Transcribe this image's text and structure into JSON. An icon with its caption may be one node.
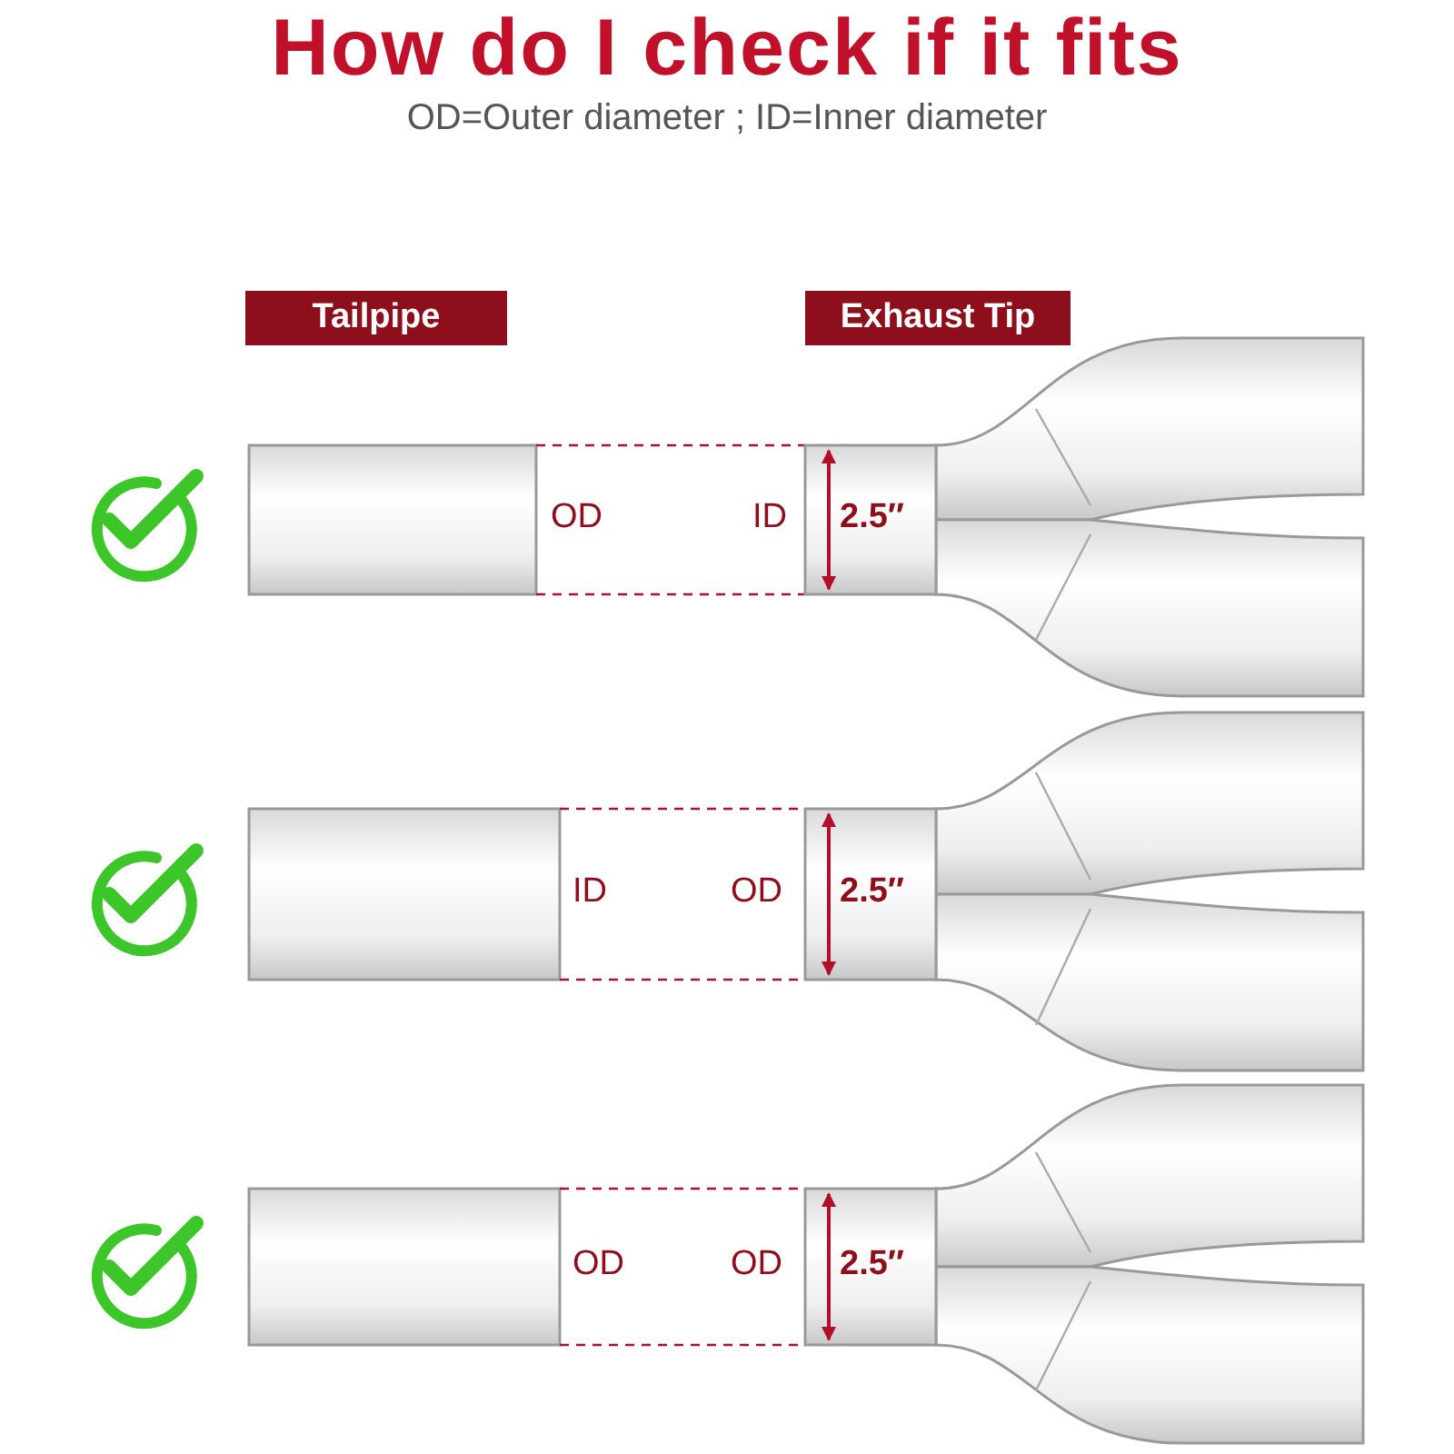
{
  "diagram": {
    "title": "How do I check if it fits",
    "nodes": [
      {
        "text": [
          "Tailpipe"
        ]
      },
      {
        "text": [
          "Exhaust Tip"
        ]
      }
    ],
    "labels": [
      "OD=Outer diameter ; ID=Inner diameter",
      "OD",
      "ID",
      "2.5″",
      "ID",
      "OD",
      "2.5″",
      "OD",
      "OD",
      "2.5″"
    ]
  }
}
